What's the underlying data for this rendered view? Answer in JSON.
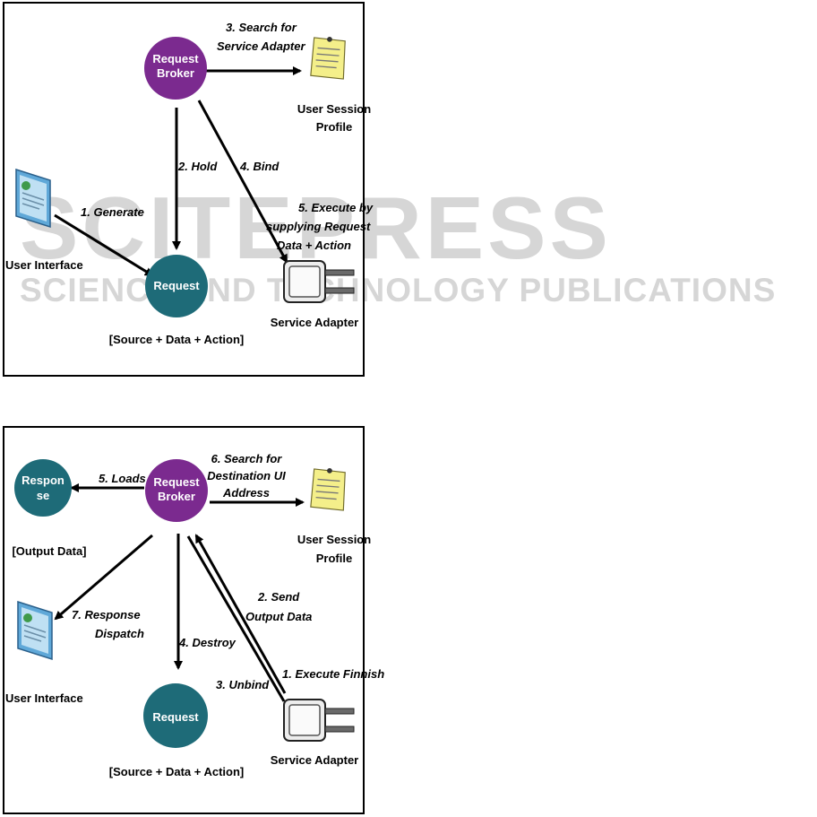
{
  "watermark": {
    "title": "SCITEPRESS",
    "subtitle": "SCIENCE AND TECHNOLOGY PUBLICATIONS"
  },
  "diagram1": {
    "broker": [
      "Request",
      "Broker"
    ],
    "request": "Request",
    "request_caption": "[Source + Data + Action]",
    "user_interface": "User Interface",
    "profile": [
      "User Session",
      "Profile"
    ],
    "adapter": "Service Adapter",
    "edges": {
      "generate": "1. Generate",
      "hold": "2. Hold",
      "search": [
        "3. Search for",
        "Service Adapter"
      ],
      "bind": "4. Bind",
      "execute": [
        "5. Execute by",
        "supplying Request",
        "Data + Action"
      ]
    }
  },
  "diagram2": {
    "broker": [
      "Request",
      "Broker"
    ],
    "response": [
      "Respon",
      "se"
    ],
    "response_caption": "[Output Data]",
    "request": "Request",
    "request_caption": "[Source + Data + Action]",
    "user_interface": "User Interface",
    "profile": [
      "User Session",
      "Profile"
    ],
    "adapter": "Service Adapter",
    "edges": {
      "execute_finish": "1. Execute Finnish",
      "send": [
        "2. Send",
        "Output Data"
      ],
      "unbind": "3. Unbind",
      "destroy": "4. Destroy",
      "loads": "5. Loads",
      "search": [
        "6. Search for",
        "Destination UI",
        "Address"
      ],
      "dispatch": [
        "7. Response",
        "Dispatch"
      ]
    }
  },
  "colors": {
    "broker": "#7b2a8f",
    "request": "#1e6b78",
    "note": "#f4ef8a"
  }
}
